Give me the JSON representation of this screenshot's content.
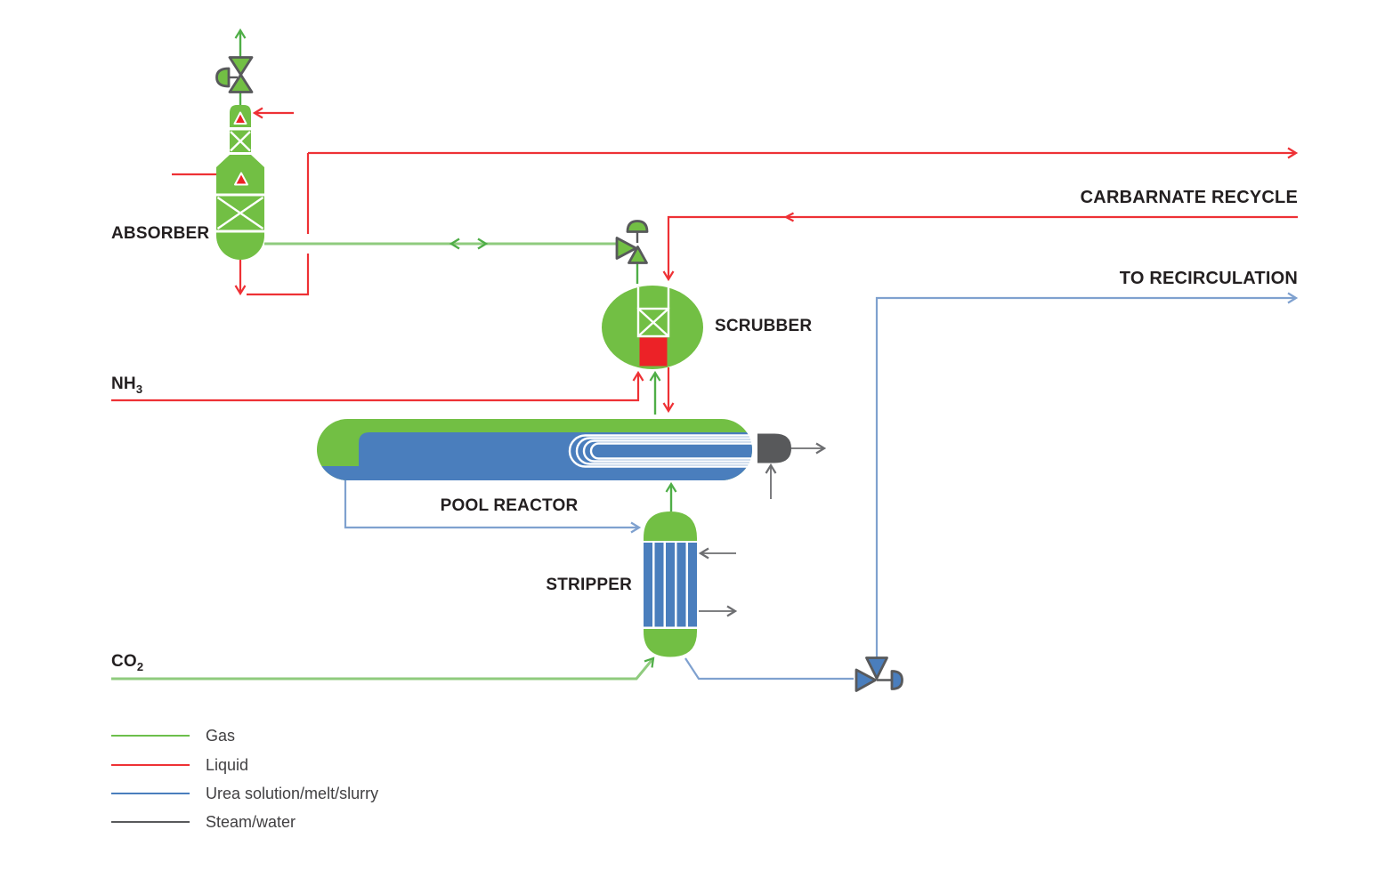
{
  "diagram": {
    "equipment_labels": {
      "absorber": "ABSORBER",
      "scrubber": "SCRUBBER",
      "pool_reactor": "POOL REACTOR",
      "stripper": "STRIPPER"
    },
    "stream_labels": {
      "carbarnate_recycle": "CARBARNATE RECYCLE",
      "to_recirculation": "TO RECIRCULATION",
      "nh3_main": "NH",
      "nh3_sub": "3",
      "co2_main": "CO",
      "co2_sub": "2"
    },
    "legend": {
      "items": [
        {
          "label": "Gas",
          "color": "#6CBF4B"
        },
        {
          "label": "Liquid",
          "color": "#EE3135"
        },
        {
          "label": "Urea solution/melt/slurry",
          "color": "#4A7EBD"
        },
        {
          "label": "Steam/water",
          "color": "#58595B"
        }
      ]
    },
    "colors": {
      "gas_line": "#8FCB7E",
      "gas_accent": "#4FAE47",
      "vessel_green": "#72BF44",
      "liquid_red": "#EE3135",
      "accent_red": "#EC2227",
      "reactor_blue": "#4A7EBD",
      "urea_line": "#7FA1CF",
      "steam_gray": "#6D6E71",
      "equipment_gray": "#58595B",
      "text_dark": "#231F20",
      "legend_text": "#414042"
    }
  }
}
